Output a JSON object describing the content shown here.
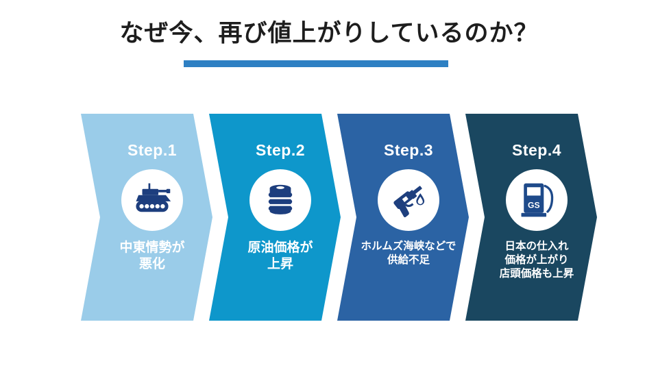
{
  "title": "なぜ今、再び値上がりしているのか？",
  "accent_bar_color": "#2E80C3",
  "icon_color": "#1D3E7E",
  "pump_icon_color": "#1E4A8A",
  "steps": [
    {
      "label": "Step.1",
      "icon": "tank-icon",
      "caption": "中東情勢が\n悪化",
      "color": "#9ACCE9"
    },
    {
      "label": "Step.2",
      "icon": "oil-barrel-icon",
      "caption": "原油価格が\n上昇",
      "color": "#0E97CB"
    },
    {
      "label": "Step.3",
      "icon": "fuel-nozzle-icon",
      "caption": "ホルムズ海峡などで\n供給不足",
      "color": "#2B63A4"
    },
    {
      "label": "Step.4",
      "icon": "gas-pump-icon",
      "caption": "日本の仕入れ\n価格が上がり\n店頭価格も上昇",
      "color": "#1A4760"
    }
  ],
  "gs_label": "GS"
}
